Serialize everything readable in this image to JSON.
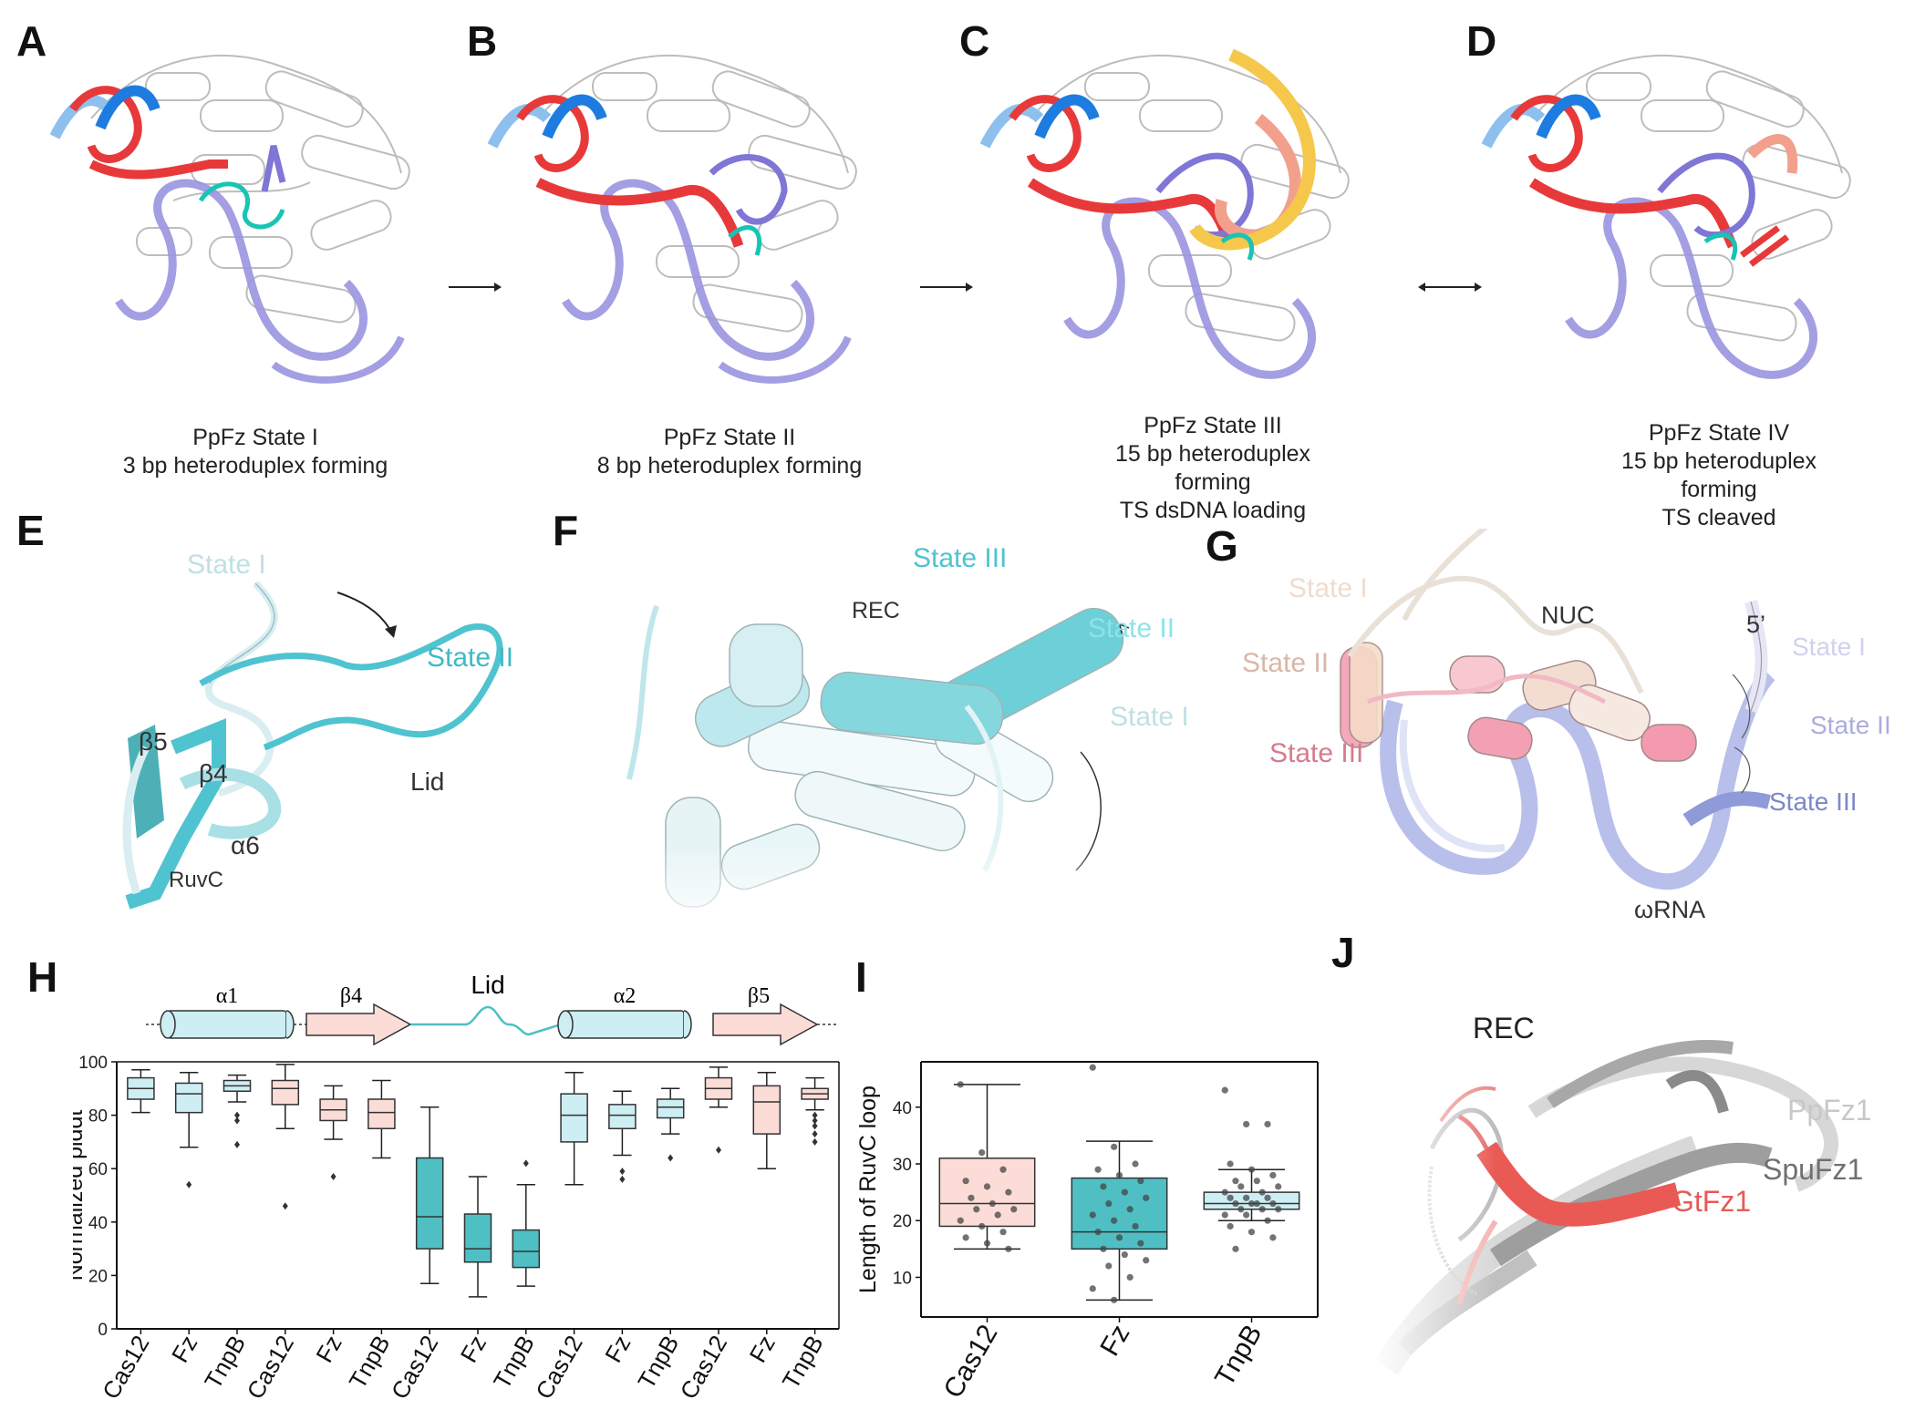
{
  "panels": {
    "A": {
      "label": "A",
      "caption": [
        "PpFz State I",
        "3 bp heteroduplex forming"
      ]
    },
    "B": {
      "label": "B",
      "caption": [
        "PpFz State II",
        "8 bp heteroduplex forming"
      ]
    },
    "C": {
      "label": "C",
      "caption": [
        "PpFz State III",
        "15 bp heteroduplex forming",
        "TS dsDNA loading"
      ]
    },
    "D": {
      "label": "D",
      "caption": [
        "PpFz State IV",
        "15 bp heteroduplex forming",
        "TS cleaved"
      ]
    },
    "E": {
      "label": "E",
      "texts": {
        "state1": "State I",
        "state2": "State II",
        "b5": "β5",
        "b4": "β4",
        "a6": "α6",
        "lid": "Lid",
        "ruvc": "RuvC"
      }
    },
    "F": {
      "label": "F",
      "texts": {
        "state3": "State III",
        "rec": "REC",
        "state2": "State II",
        "state1": "State I"
      }
    },
    "G": {
      "label": "G",
      "texts": {
        "s1l": "State I",
        "nuc": "NUC",
        "five": "5’",
        "s1r": "State I",
        "s2l": "State II",
        "s2r": "State II",
        "s3l": "State III",
        "s3r": "State III",
        "rna": "ωRNA"
      }
    },
    "H": {
      "label": "H"
    },
    "I": {
      "label": "I"
    },
    "J": {
      "label": "J",
      "texts": {
        "rec": "REC",
        "ppfz1": "PpFz1",
        "spufz1": "SpuFz1",
        "gtfz1": "GtFz1"
      }
    }
  },
  "colors": {
    "cyan_light": "#cdeef3",
    "teal": "#4fbfc4",
    "pink_light": "#fbdcd7",
    "dna_red": "#e8393a",
    "rna_purple": "#9a93e0",
    "rna_blue": "#1e7ce0",
    "ts_yellow": "#f5c84c",
    "salmon": "#f2a08c",
    "loop_cyan": "#18c4b4"
  },
  "chart_H": {
    "type": "box",
    "topology": {
      "a1": "α1",
      "b4": "β4",
      "lid": "Lid",
      "a2": "α2",
      "b5": "β5"
    },
    "ylabel": "Normalized plddt",
    "ylim": [
      0,
      100
    ],
    "yticks": [
      "0",
      "20",
      "40",
      "60",
      "80",
      "100"
    ],
    "categories": [
      "Cas12",
      "Fz",
      "TnpB",
      "Cas12",
      "Fz",
      "TnpB",
      "Cas12",
      "Fz",
      "TnpB",
      "Cas12",
      "Fz",
      "TnpB",
      "Cas12",
      "Fz",
      "TnpB"
    ],
    "boxes": [
      {
        "color": "#cdeef3",
        "whislo": 81,
        "q1": 86,
        "med": 90,
        "q3": 94,
        "whishi": 97,
        "outliers": []
      },
      {
        "color": "#cdeef3",
        "whislo": 68,
        "q1": 81,
        "med": 88,
        "q3": 92,
        "whishi": 96,
        "outliers": [
          54
        ]
      },
      {
        "color": "#cdeef3",
        "whislo": 85,
        "q1": 89,
        "med": 91,
        "q3": 93,
        "whishi": 95,
        "outliers": [
          80,
          78,
          69
        ]
      },
      {
        "color": "#fbdcd7",
        "whislo": 75,
        "q1": 84,
        "med": 90,
        "q3": 93,
        "whishi": 99,
        "outliers": [
          46
        ]
      },
      {
        "color": "#fbdcd7",
        "whislo": 71,
        "q1": 78,
        "med": 82,
        "q3": 86,
        "whishi": 91,
        "outliers": [
          57
        ]
      },
      {
        "color": "#fbdcd7",
        "whislo": 64,
        "q1": 75,
        "med": 81,
        "q3": 86,
        "whishi": 93,
        "outliers": []
      },
      {
        "color": "#4fbfc4",
        "whislo": 17,
        "q1": 30,
        "med": 42,
        "q3": 64,
        "whishi": 83,
        "outliers": []
      },
      {
        "color": "#4fbfc4",
        "whislo": 12,
        "q1": 25,
        "med": 30,
        "q3": 43,
        "whishi": 57,
        "outliers": []
      },
      {
        "color": "#4fbfc4",
        "whislo": 16,
        "q1": 23,
        "med": 29,
        "q3": 37,
        "whishi": 54,
        "outliers": [
          62
        ]
      },
      {
        "color": "#cdeef3",
        "whislo": 54,
        "q1": 70,
        "med": 80,
        "q3": 88,
        "whishi": 96,
        "outliers": []
      },
      {
        "color": "#cdeef3",
        "whislo": 65,
        "q1": 75,
        "med": 80,
        "q3": 84,
        "whishi": 89,
        "outliers": [
          59,
          56
        ]
      },
      {
        "color": "#cdeef3",
        "whislo": 73,
        "q1": 79,
        "med": 83,
        "q3": 86,
        "whishi": 90,
        "outliers": [
          64
        ]
      },
      {
        "color": "#fbdcd7",
        "whislo": 83,
        "q1": 86,
        "med": 90,
        "q3": 94,
        "whishi": 98,
        "outliers": [
          67
        ]
      },
      {
        "color": "#fbdcd7",
        "whislo": 60,
        "q1": 73,
        "med": 85,
        "q3": 91,
        "whishi": 96,
        "outliers": []
      },
      {
        "color": "#fbdcd7",
        "whislo": 82,
        "q1": 86,
        "med": 88,
        "q3": 90,
        "whishi": 94,
        "outliers": [
          80,
          78,
          76,
          73,
          70
        ]
      }
    ]
  },
  "chart_I": {
    "type": "box",
    "ylabel": "Length of RuvC loop",
    "ylim": [
      3,
      48
    ],
    "yticks": [
      "10",
      "20",
      "30",
      "40"
    ],
    "categories": [
      "Cas12",
      "Fz",
      "TnpB"
    ],
    "boxes": [
      {
        "color": "#fbdcd7",
        "whislo": 15,
        "q1": 19,
        "med": 23,
        "q3": 31,
        "whishi": 44,
        "points": [
          44,
          32,
          29,
          27,
          26,
          25,
          24,
          23,
          22,
          22,
          21,
          20,
          19,
          18,
          17,
          16,
          15
        ]
      },
      {
        "color": "#4fbfc4",
        "whislo": 6,
        "q1": 15,
        "med": 18,
        "q3": 27.5,
        "whishi": 34,
        "points": [
          47,
          33,
          30,
          29,
          28,
          27,
          26,
          25,
          24,
          23,
          22,
          21,
          20,
          19,
          18,
          17,
          16,
          15,
          14,
          13,
          12,
          10,
          8,
          6
        ]
      },
      {
        "color": "#cdeef3",
        "whislo": 20,
        "q1": 22,
        "med": 23,
        "q3": 25,
        "whishi": 29,
        "points": [
          43,
          37,
          37,
          30,
          29,
          28,
          27,
          27,
          26,
          26,
          25,
          25,
          24,
          24,
          24,
          23,
          23,
          23,
          23,
          22,
          22,
          22,
          21,
          21,
          20,
          19,
          18,
          17,
          15
        ]
      }
    ]
  },
  "chart_data": [
    {
      "type": "box",
      "ylabel": "Normalized plddt",
      "ylim": [
        0,
        100
      ],
      "categories": [
        "Cas12",
        "Fz",
        "TnpB",
        "Cas12",
        "Fz",
        "TnpB",
        "Cas12",
        "Fz",
        "TnpB",
        "Cas12",
        "Fz",
        "TnpB",
        "Cas12",
        "Fz",
        "TnpB"
      ],
      "series": [
        {
          "median": [
            90,
            88,
            91,
            90,
            82,
            81,
            42,
            30,
            29,
            80,
            80,
            83,
            90,
            85,
            88
          ]
        }
      ]
    },
    {
      "type": "box",
      "ylabel": "Length of RuvC loop",
      "ylim": [
        3,
        48
      ],
      "categories": [
        "Cas12",
        "Fz",
        "TnpB"
      ],
      "series": [
        {
          "median": [
            23,
            18,
            23
          ]
        }
      ]
    }
  ]
}
